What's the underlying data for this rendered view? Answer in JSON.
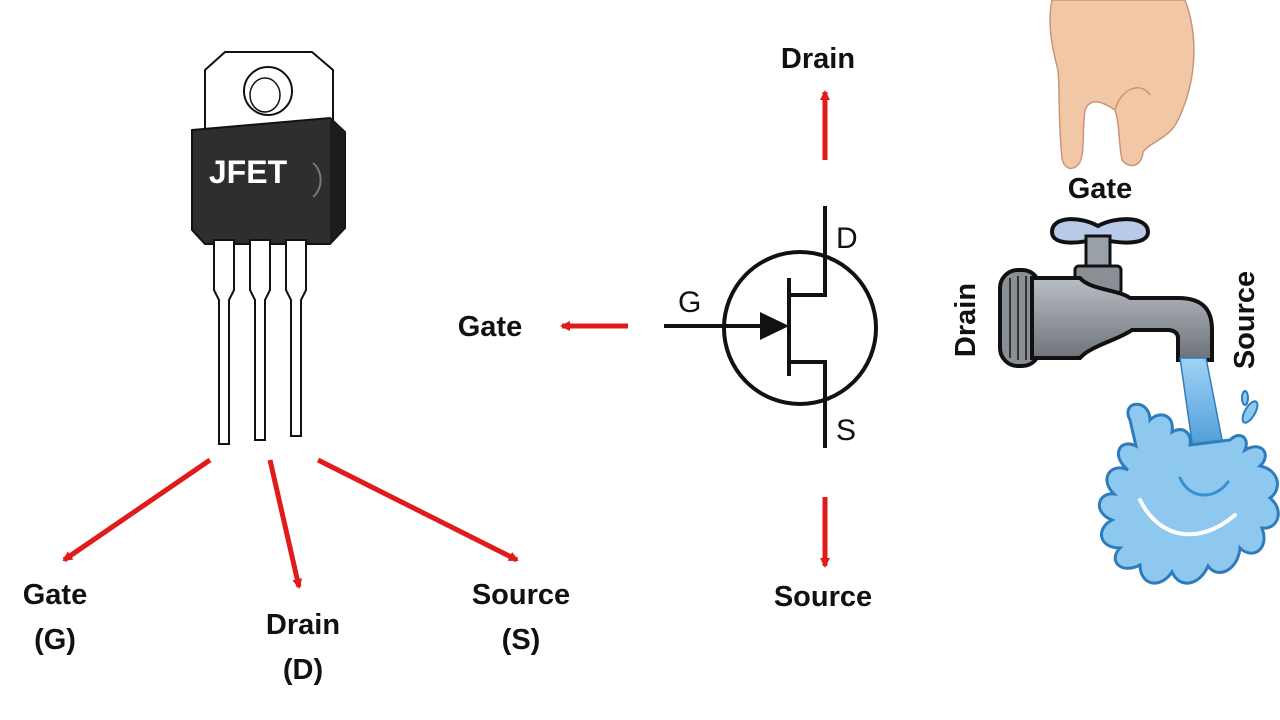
{
  "package": {
    "body_text": "JFET",
    "pins": [
      {
        "name": "Gate",
        "abbr": "(G)"
      },
      {
        "name": "Drain",
        "abbr": "(D)"
      },
      {
        "name": "Source",
        "abbr": "(S)"
      }
    ]
  },
  "symbol": {
    "top_label": "Drain",
    "left_label": "Gate",
    "bottom_label": "Source",
    "pin_d": "D",
    "pin_g": "G",
    "pin_s": "S"
  },
  "analogy": {
    "gate_label": "Gate",
    "drain_label": "Drain",
    "source_label": "Source",
    "icon": "water-tap-icon"
  },
  "colors": {
    "arrow": "#e01b1b",
    "package_body": "#2e2e2e",
    "water": "#6fb8ea",
    "tap_metal": "#8a8f96"
  }
}
